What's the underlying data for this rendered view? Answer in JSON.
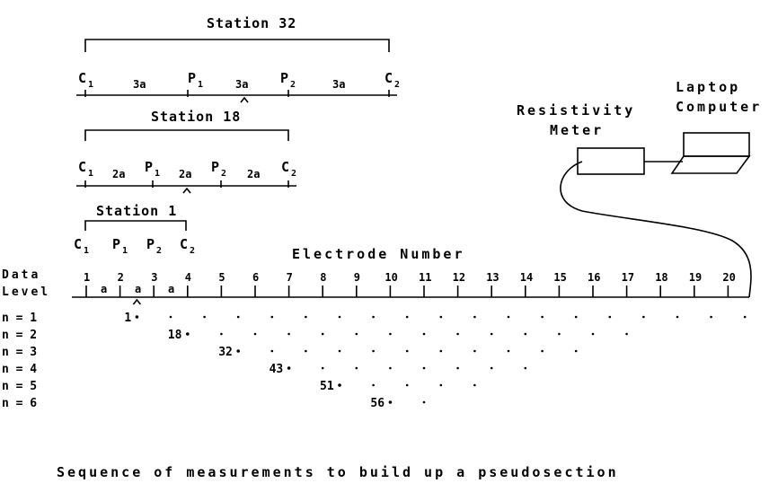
{
  "stations": [
    {
      "title": "Station 32",
      "electrodes": [
        "C",
        "P",
        "P",
        "C"
      ],
      "subscripts": [
        "1",
        "1",
        "2",
        "2"
      ],
      "spacing_labels": [
        "3a",
        "3a",
        "3a"
      ]
    },
    {
      "title": "Station 18",
      "electrodes": [
        "C",
        "P",
        "P",
        "C"
      ],
      "subscripts": [
        "1",
        "1",
        "2",
        "2"
      ],
      "spacing_labels": [
        "2a",
        "2a",
        "2a"
      ]
    },
    {
      "title": "Station 1",
      "electrodes": [
        "C",
        "P",
        "P",
        "C"
      ],
      "subscripts": [
        "1",
        "1",
        "2",
        "2"
      ],
      "spacing_labels": [
        "a",
        "a",
        "a"
      ]
    }
  ],
  "electrode_axis": {
    "title": "Electrode Number",
    "numbers": [
      "1",
      "2",
      "3",
      "4",
      "5",
      "6",
      "7",
      "8",
      "9",
      "10",
      "11",
      "12",
      "13",
      "14",
      "15",
      "16",
      "17",
      "18",
      "19",
      "20"
    ]
  },
  "data_level_label": [
    "Data",
    "Level"
  ],
  "levels": [
    {
      "label": "n = 1",
      "first_value": "1",
      "points": 19
    },
    {
      "label": "n = 2",
      "first_value": "18",
      "points": 14
    },
    {
      "label": "n = 3",
      "first_value": "32",
      "points": 11
    },
    {
      "label": "n = 4",
      "first_value": "43",
      "points": 8
    },
    {
      "label": "n = 5",
      "first_value": "51",
      "points": 5
    },
    {
      "label": "n = 6",
      "first_value": "56",
      "points": 2
    }
  ],
  "equipment": {
    "meter_label": [
      "Resistivity",
      "Meter"
    ],
    "computer_label": [
      "Laptop",
      "Computer"
    ]
  },
  "caption": "Sequence of measurements to build up a pseudosection"
}
